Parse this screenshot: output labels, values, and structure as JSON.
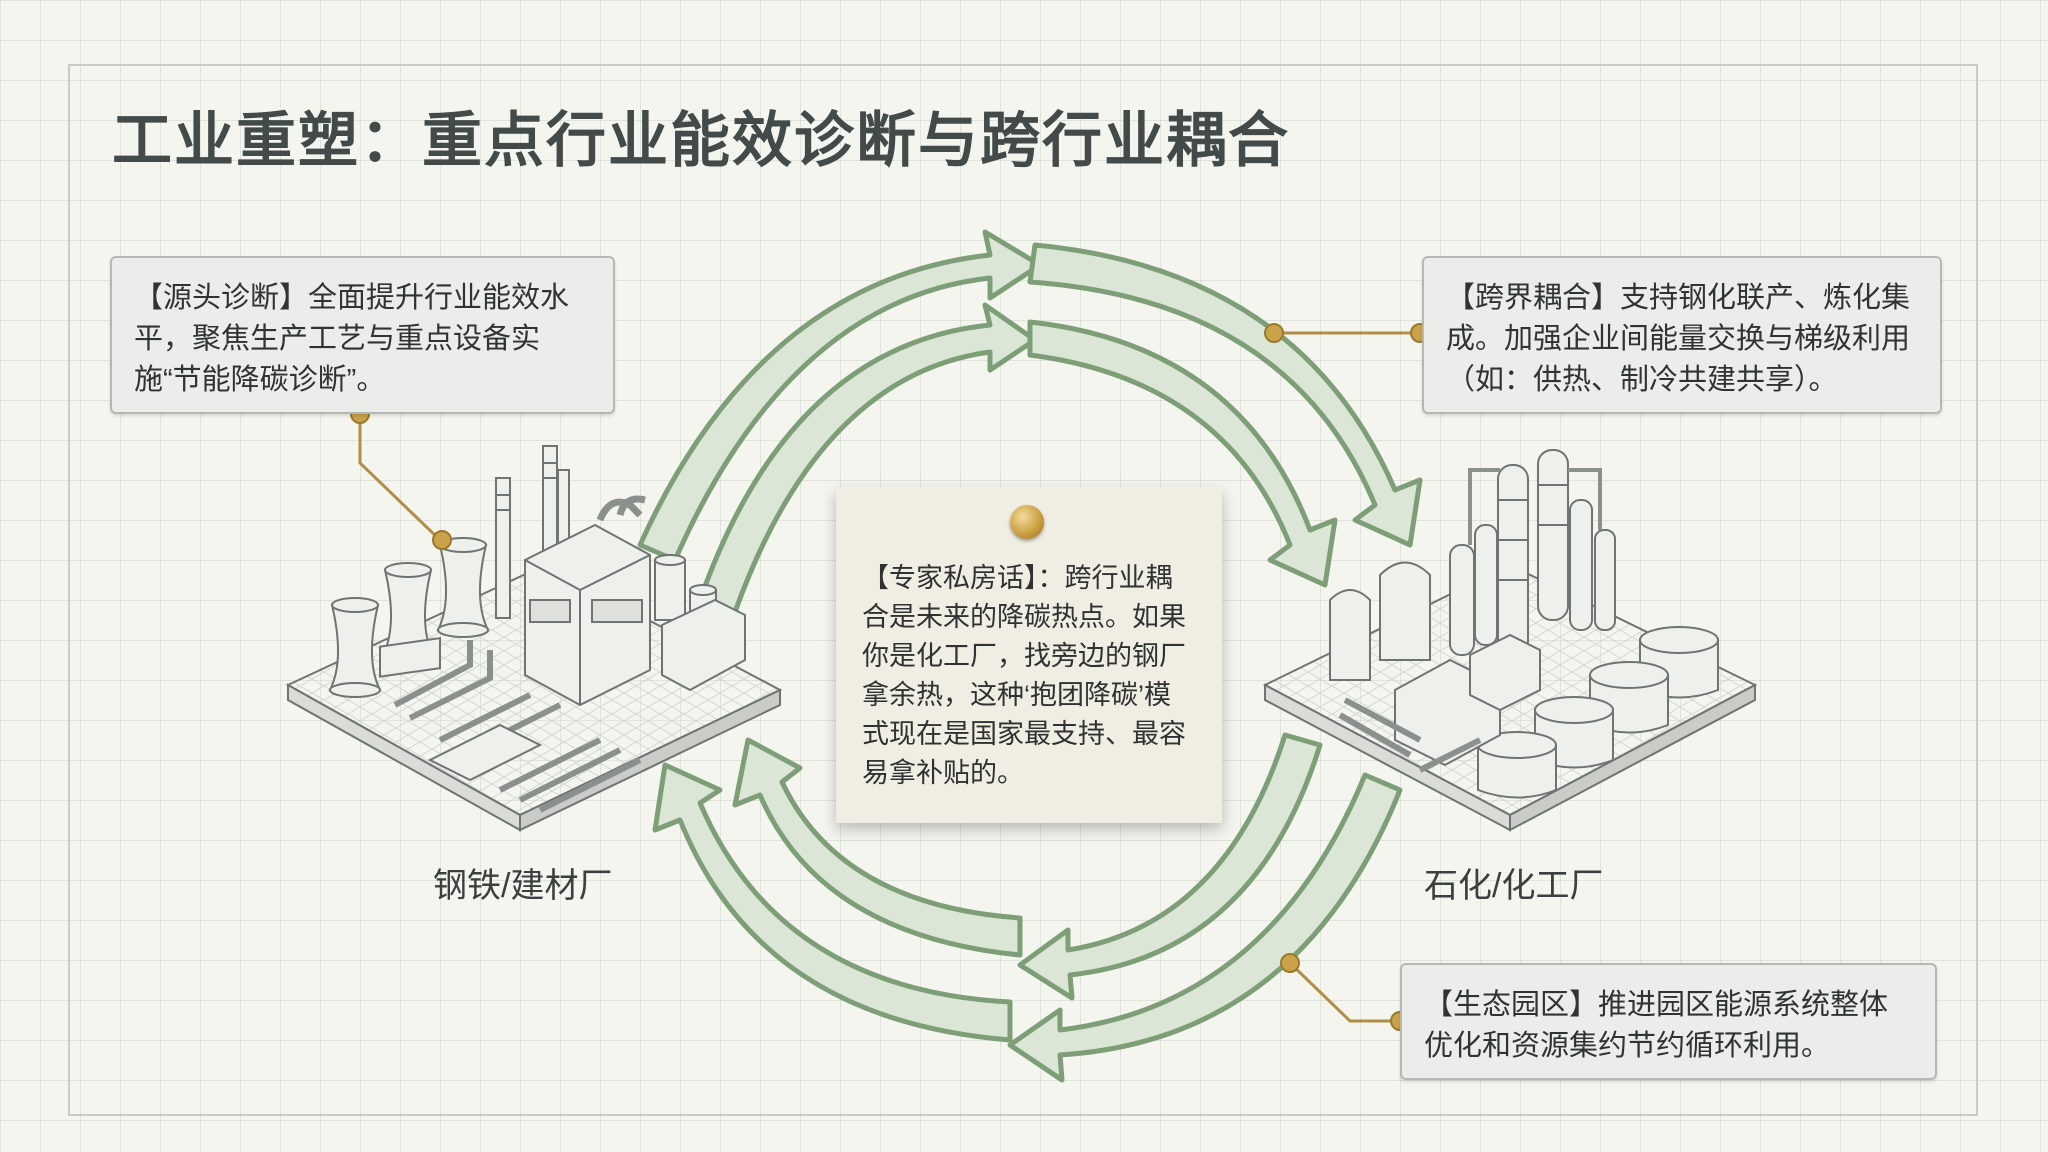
{
  "title": "工业重塑：重点行业能效诊断与跨行业耦合",
  "callouts": {
    "source": "【源头诊断】全面提升行业能效水平，聚焦生产工艺与重点设备实施“节能降碳诊断”。",
    "cross": "【跨界耦合】支持钢化联产、炼化集成。加强企业间能量交换与梯级利用（如：供热、制冷共建共享）。",
    "eco": "【生态园区】推进园区能源系统整体优化和资源集约节约循环利用。"
  },
  "note": "【专家私房话】：跨行业耦合是未来的降碳热点。如果你是化工厂，找旁边的钢厂拿余热，这种‘抱团降碳’模式现在是国家最支持、最容易拿补贴的。",
  "plants": {
    "steel": "钢铁/建材厂",
    "chem": "石化/化工厂"
  },
  "colors": {
    "arrow_fill": "#dbe6d6",
    "arrow_stroke": "#7d9e76",
    "connector": "#b08e46"
  },
  "icons": [
    "cooling-tower-icon",
    "chimney-icon",
    "distillation-column-icon",
    "storage-tank-icon",
    "pushpin-icon"
  ]
}
